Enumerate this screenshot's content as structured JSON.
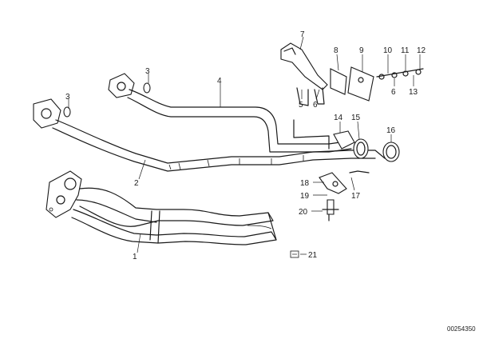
{
  "callouts": [
    {
      "id": "c1",
      "label": "1"
    },
    {
      "id": "c2",
      "label": "2"
    },
    {
      "id": "c3a",
      "label": "3"
    },
    {
      "id": "c3b",
      "label": "3"
    },
    {
      "id": "c4",
      "label": "4"
    },
    {
      "id": "c5",
      "label": "5"
    },
    {
      "id": "c6a",
      "label": "6"
    },
    {
      "id": "c6b",
      "label": "6"
    },
    {
      "id": "c7",
      "label": "7"
    },
    {
      "id": "c8",
      "label": "8"
    },
    {
      "id": "c9",
      "label": "9"
    },
    {
      "id": "c10",
      "label": "10"
    },
    {
      "id": "c11",
      "label": "11"
    },
    {
      "id": "c12",
      "label": "12"
    },
    {
      "id": "c13",
      "label": "13"
    },
    {
      "id": "c14",
      "label": "14"
    },
    {
      "id": "c15",
      "label": "15"
    },
    {
      "id": "c16",
      "label": "16"
    },
    {
      "id": "c17",
      "label": "17"
    },
    {
      "id": "c18",
      "label": "18"
    },
    {
      "id": "c19",
      "label": "19"
    },
    {
      "id": "c20",
      "label": "20"
    },
    {
      "id": "c21",
      "label": "21"
    }
  ],
  "document_number": "00254350"
}
